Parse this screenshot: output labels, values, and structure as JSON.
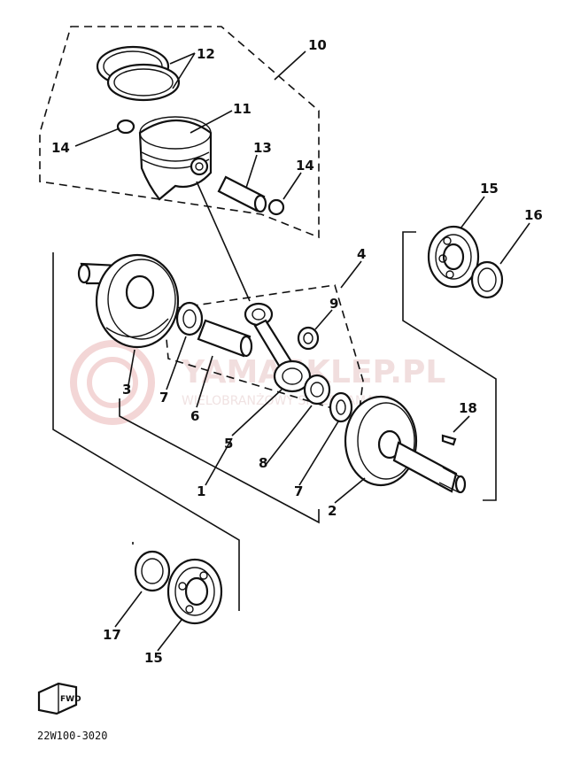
{
  "watermark": {
    "brand": "YAMASKLEP.PL",
    "tagline": "WIELOBRANŻOWY SKLEP YAMAHA"
  },
  "diagram_code": "22W100-3020",
  "front_marker": "FWD",
  "callouts": [
    {
      "id": "c10",
      "text": "10"
    },
    {
      "id": "c12",
      "text": "12"
    },
    {
      "id": "c11",
      "text": "11"
    },
    {
      "id": "c14a",
      "text": "14"
    },
    {
      "id": "c13",
      "text": "13"
    },
    {
      "id": "c14b",
      "text": "14"
    },
    {
      "id": "c15a",
      "text": "15"
    },
    {
      "id": "c16",
      "text": "16"
    },
    {
      "id": "c4",
      "text": "4"
    },
    {
      "id": "c9",
      "text": "9"
    },
    {
      "id": "c3",
      "text": "3"
    },
    {
      "id": "c7a",
      "text": "7"
    },
    {
      "id": "c6",
      "text": "6"
    },
    {
      "id": "c18",
      "text": "18"
    },
    {
      "id": "c5",
      "text": "5"
    },
    {
      "id": "c8",
      "text": "8"
    },
    {
      "id": "c1",
      "text": "1"
    },
    {
      "id": "c7b",
      "text": "7"
    },
    {
      "id": "c2",
      "text": "2"
    },
    {
      "id": "c17",
      "text": "17"
    },
    {
      "id": "c15b",
      "text": "15"
    }
  ],
  "colors": {
    "ink": "#111111",
    "watermark": "#f1dede"
  }
}
